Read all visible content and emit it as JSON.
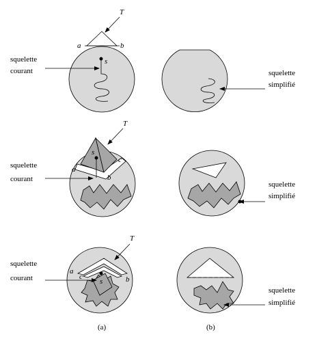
{
  "labels": {
    "squelette": "squelette",
    "courant": "courant",
    "simplifie": "simplifié",
    "T": "T",
    "a": "a",
    "b": "b",
    "c": "c",
    "s": "s"
  },
  "captions": {
    "left": "(a)",
    "right": "(b)"
  },
  "colors": {
    "disk_fill": "#d9d9d9",
    "polygon_fill": "#a6a6a6",
    "triangle_fill": "#ffffff",
    "stroke": "#000000"
  }
}
